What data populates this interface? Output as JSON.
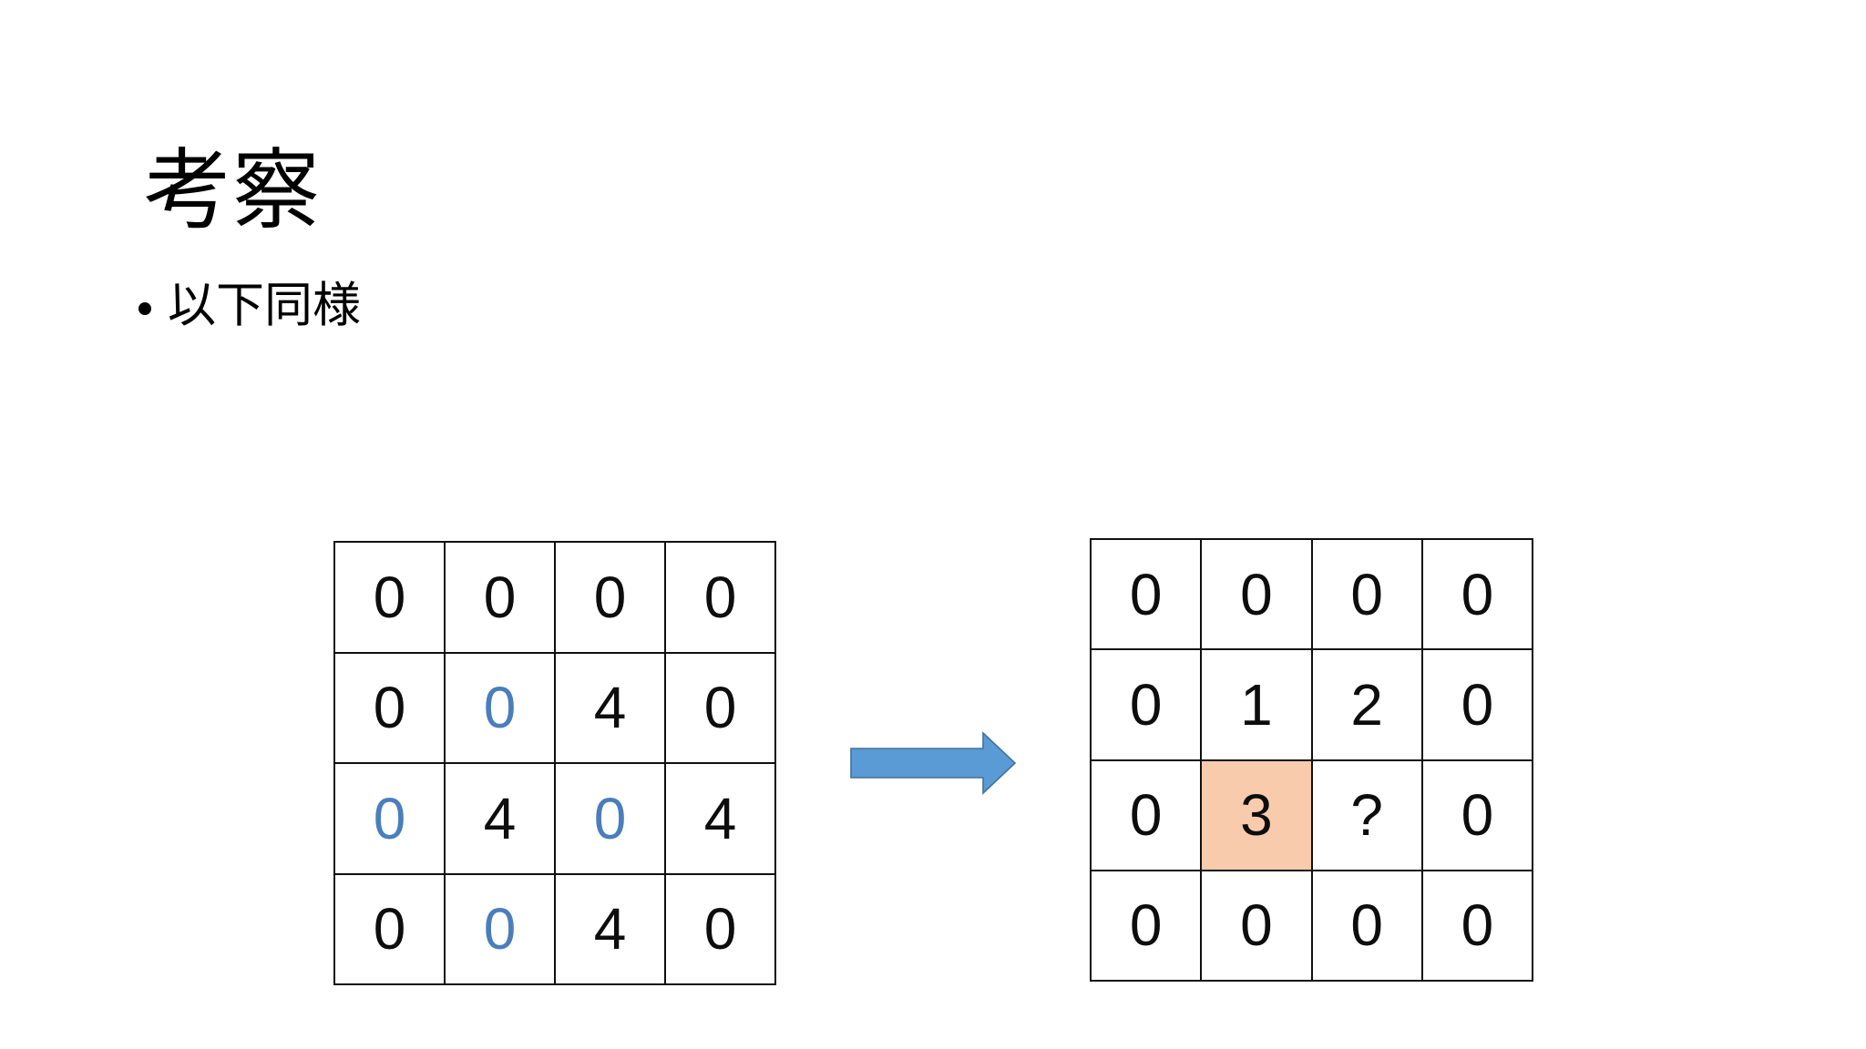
{
  "slide": {
    "title": "考察",
    "bullets": [
      {
        "marker": "•",
        "text": "以下同様"
      }
    ]
  },
  "colors": {
    "background": "#ffffff",
    "text": "#000000",
    "grid_line": "#101010",
    "blue_digit": "#4a7ebb",
    "highlight_fill": "#f8cbad",
    "arrow_fill": "#5b9bd5",
    "arrow_stroke": "#41719c"
  },
  "left_grid": {
    "name": "input-matrix",
    "rows": 4,
    "cols": 4,
    "cells": [
      [
        {
          "value": "0",
          "color": "black",
          "highlight": false
        },
        {
          "value": "0",
          "color": "black",
          "highlight": false
        },
        {
          "value": "0",
          "color": "black",
          "highlight": false
        },
        {
          "value": "0",
          "color": "black",
          "highlight": false
        }
      ],
      [
        {
          "value": "0",
          "color": "black",
          "highlight": false
        },
        {
          "value": "0",
          "color": "blue",
          "highlight": false
        },
        {
          "value": "4",
          "color": "black",
          "highlight": false
        },
        {
          "value": "0",
          "color": "black",
          "highlight": false
        }
      ],
      [
        {
          "value": "0",
          "color": "blue",
          "highlight": false
        },
        {
          "value": "4",
          "color": "black",
          "highlight": false
        },
        {
          "value": "0",
          "color": "blue",
          "highlight": false
        },
        {
          "value": "4",
          "color": "black",
          "highlight": false
        }
      ],
      [
        {
          "value": "0",
          "color": "black",
          "highlight": false
        },
        {
          "value": "0",
          "color": "blue",
          "highlight": false
        },
        {
          "value": "4",
          "color": "black",
          "highlight": false
        },
        {
          "value": "0",
          "color": "black",
          "highlight": false
        }
      ]
    ]
  },
  "right_grid": {
    "name": "output-matrix",
    "rows": 4,
    "cols": 4,
    "cells": [
      [
        {
          "value": "0",
          "color": "black",
          "highlight": false
        },
        {
          "value": "0",
          "color": "black",
          "highlight": false
        },
        {
          "value": "0",
          "color": "black",
          "highlight": false
        },
        {
          "value": "0",
          "color": "black",
          "highlight": false
        }
      ],
      [
        {
          "value": "0",
          "color": "black",
          "highlight": false
        },
        {
          "value": "1",
          "color": "black",
          "highlight": false
        },
        {
          "value": "2",
          "color": "black",
          "highlight": false
        },
        {
          "value": "0",
          "color": "black",
          "highlight": false
        }
      ],
      [
        {
          "value": "0",
          "color": "black",
          "highlight": false
        },
        {
          "value": "3",
          "color": "black",
          "highlight": true
        },
        {
          "value": "?",
          "color": "black",
          "highlight": false
        },
        {
          "value": "0",
          "color": "black",
          "highlight": false
        }
      ],
      [
        {
          "value": "0",
          "color": "black",
          "highlight": false
        },
        {
          "value": "0",
          "color": "black",
          "highlight": false
        },
        {
          "value": "0",
          "color": "black",
          "highlight": false
        },
        {
          "value": "0",
          "color": "black",
          "highlight": false
        }
      ]
    ]
  },
  "arrow": {
    "name": "right-arrow",
    "direction": "right"
  }
}
